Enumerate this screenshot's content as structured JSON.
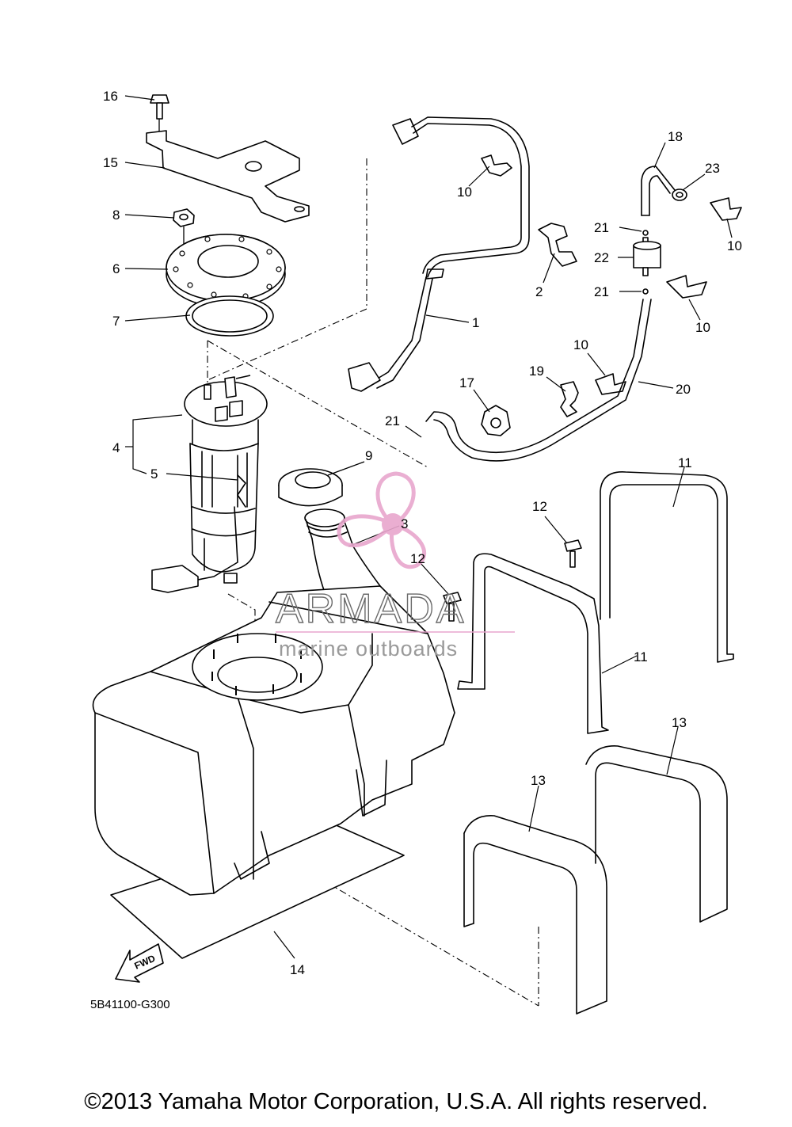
{
  "diagram_code": "5B41100-G300",
  "fwd_label": "FWD",
  "watermark": {
    "brand": "ARMADA",
    "tagline": "marine outboards",
    "brand_color": "#e8a6cd"
  },
  "callouts": [
    "16",
    "15",
    "8",
    "6",
    "7",
    "4",
    "5",
    "1",
    "10",
    "2",
    "18",
    "23",
    "21",
    "22",
    "21",
    "10",
    "10",
    "19",
    "17",
    "20",
    "21",
    "9",
    "3",
    "12",
    "12",
    "11",
    "11",
    "13",
    "13",
    "14",
    "10"
  ],
  "copyright": "©2013 Yamaha Motor Corporation, U.S.A. All rights reserved."
}
